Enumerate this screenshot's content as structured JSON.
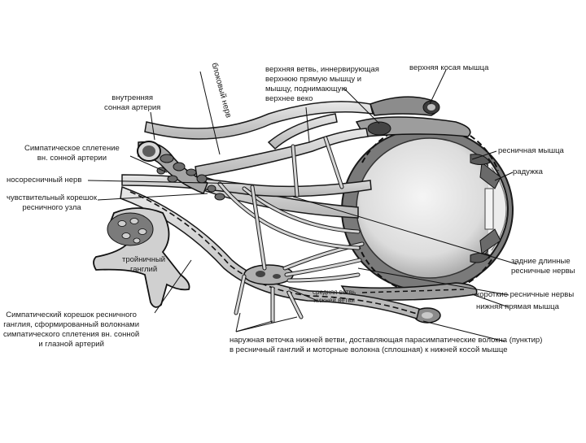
{
  "labels": {
    "trochlear": "блоковый нерв",
    "internal_carotid": [
      "внутренняя",
      "сонная артерия"
    ],
    "sympathetic_plexus": [
      "Симпатическое сплетение",
      "вн. сонной артерии"
    ],
    "nasociliary": "носоресничный нерв",
    "sensory_root": [
      "чувствительный корешок",
      "ресничного узла"
    ],
    "trigeminal": [
      "тройничный",
      "ганглий"
    ],
    "sympathetic_root": [
      "Симпатический корешок ресничного",
      "ганглия, сформированный волокнами",
      "симпатического сплетения вн. сонной",
      "и глазной артерий"
    ],
    "upper_branch": [
      "верхняя ветвь, иннервирующая",
      "верхнюю прямую мышцу и",
      "мышцу, поднимающую",
      "верхнее веко"
    ],
    "superior_oblique": "верхняя косая мышца",
    "ciliary_muscle": "ресничная мышца",
    "iris": "радужка",
    "long_ciliary": [
      "задние длинные",
      "ресничные нервы"
    ],
    "short_ciliary": "короткие ресничные нервы",
    "inferior_rectus": "нижняя прямая мышца",
    "middle_branch": [
      "средняя ветвь",
      "нижней ветви"
    ],
    "lower_branch": [
      "наружная веточка нижней ветви, доставляющая парасимпатические волокна (пунктир)",
      "в ресничный ганглий и моторные волокна (сплошная) к нижней косой мышце"
    ]
  }
}
